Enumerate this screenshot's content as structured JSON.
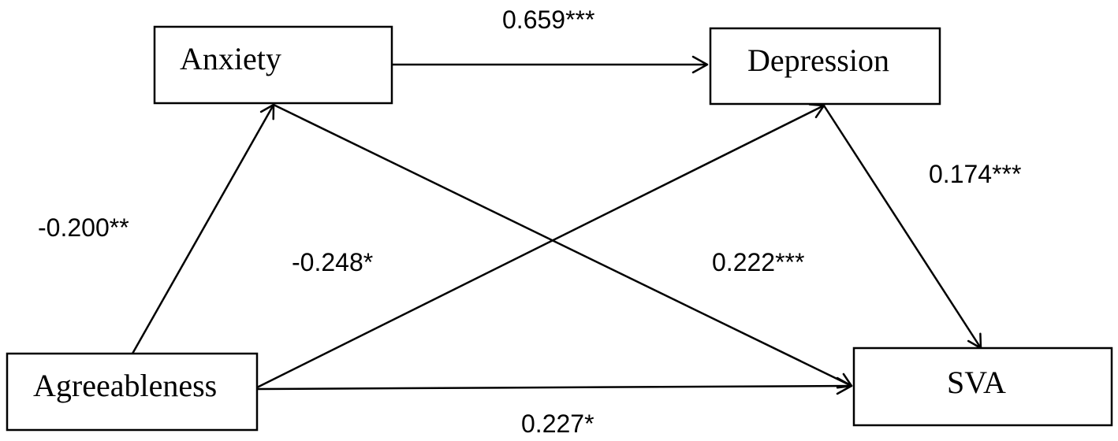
{
  "nodes": {
    "anxiety": "Anxiety",
    "depression": "Depression",
    "agreeableness": "Agreeableness",
    "sva": "SVA"
  },
  "paths": {
    "anxiety_to_depression": "0.659***",
    "depression_to_sva": "0.174***",
    "agreeableness_to_anxiety": "-0.200**",
    "agreeableness_to_depression": "-0.248*",
    "anxiety_to_sva": "0.222***",
    "agreeableness_to_sva": "0.227*"
  },
  "colors": {
    "stroke": "#000000",
    "background": "#ffffff"
  }
}
